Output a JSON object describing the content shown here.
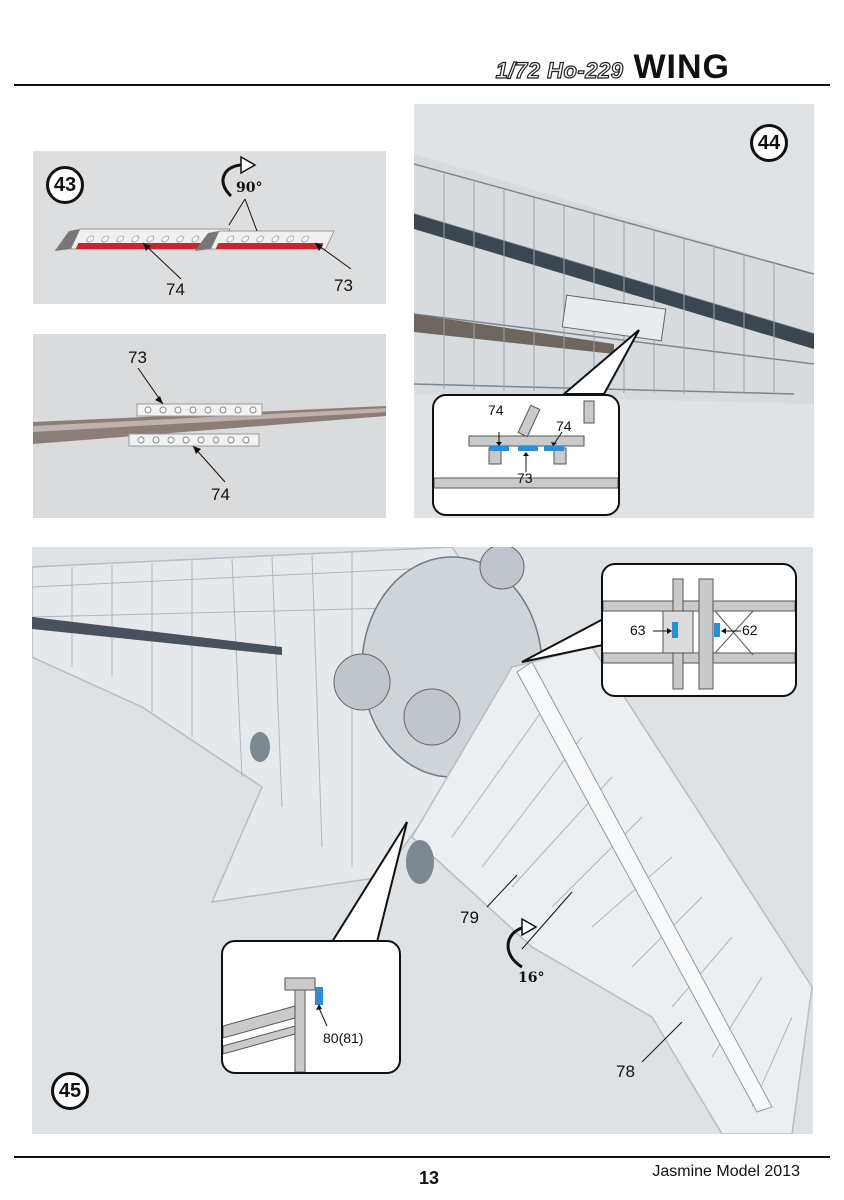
{
  "header": {
    "scale": "1/72 Ho-229",
    "section": "WING"
  },
  "steps": {
    "s43": {
      "badge": "43",
      "rotation": "90°",
      "label_74": "74",
      "label_73": "73"
    },
    "s43b": {
      "label_73": "73",
      "label_74": "74"
    },
    "s44": {
      "badge": "44",
      "label_74a": "74",
      "label_74b": "74",
      "label_73": "73"
    },
    "s45": {
      "badge": "45",
      "label_63": "63",
      "label_62": "62",
      "label_79": "79",
      "rotation": "16°",
      "label_80": "80(81)",
      "label_78": "78"
    }
  },
  "footer": {
    "page": "13",
    "brand": "Jasmine Model 2013"
  },
  "colors": {
    "highlight": "#2a8fd6",
    "red_part": "#c8262d",
    "photo_bg": "#d7d9db"
  }
}
